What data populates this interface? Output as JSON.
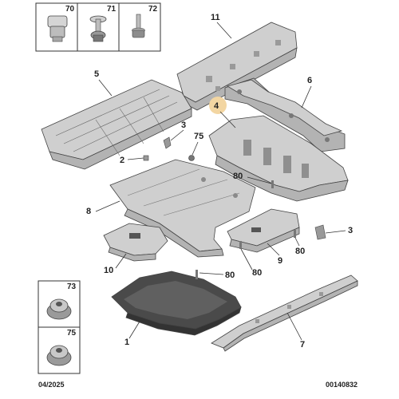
{
  "diagram": {
    "part_numbers": {
      "p1": "1",
      "p2": "2",
      "p3a": "3",
      "p3b": "3",
      "p4": "4",
      "p5": "5",
      "p6": "6",
      "p7": "7",
      "p8": "8",
      "p9": "9",
      "p10": "10",
      "p11": "11",
      "p75": "75",
      "p80a": "80",
      "p80b": "80",
      "p80c": "80",
      "p80d": "80"
    },
    "fastener_boxes": {
      "b70": "70",
      "b71": "71",
      "b72": "72",
      "b73": "73",
      "b75": "75"
    },
    "highlighted_part": "4",
    "highlight_color": "#f3d6a2"
  },
  "footer": {
    "date": "04/2025",
    "reference": "00140832"
  }
}
